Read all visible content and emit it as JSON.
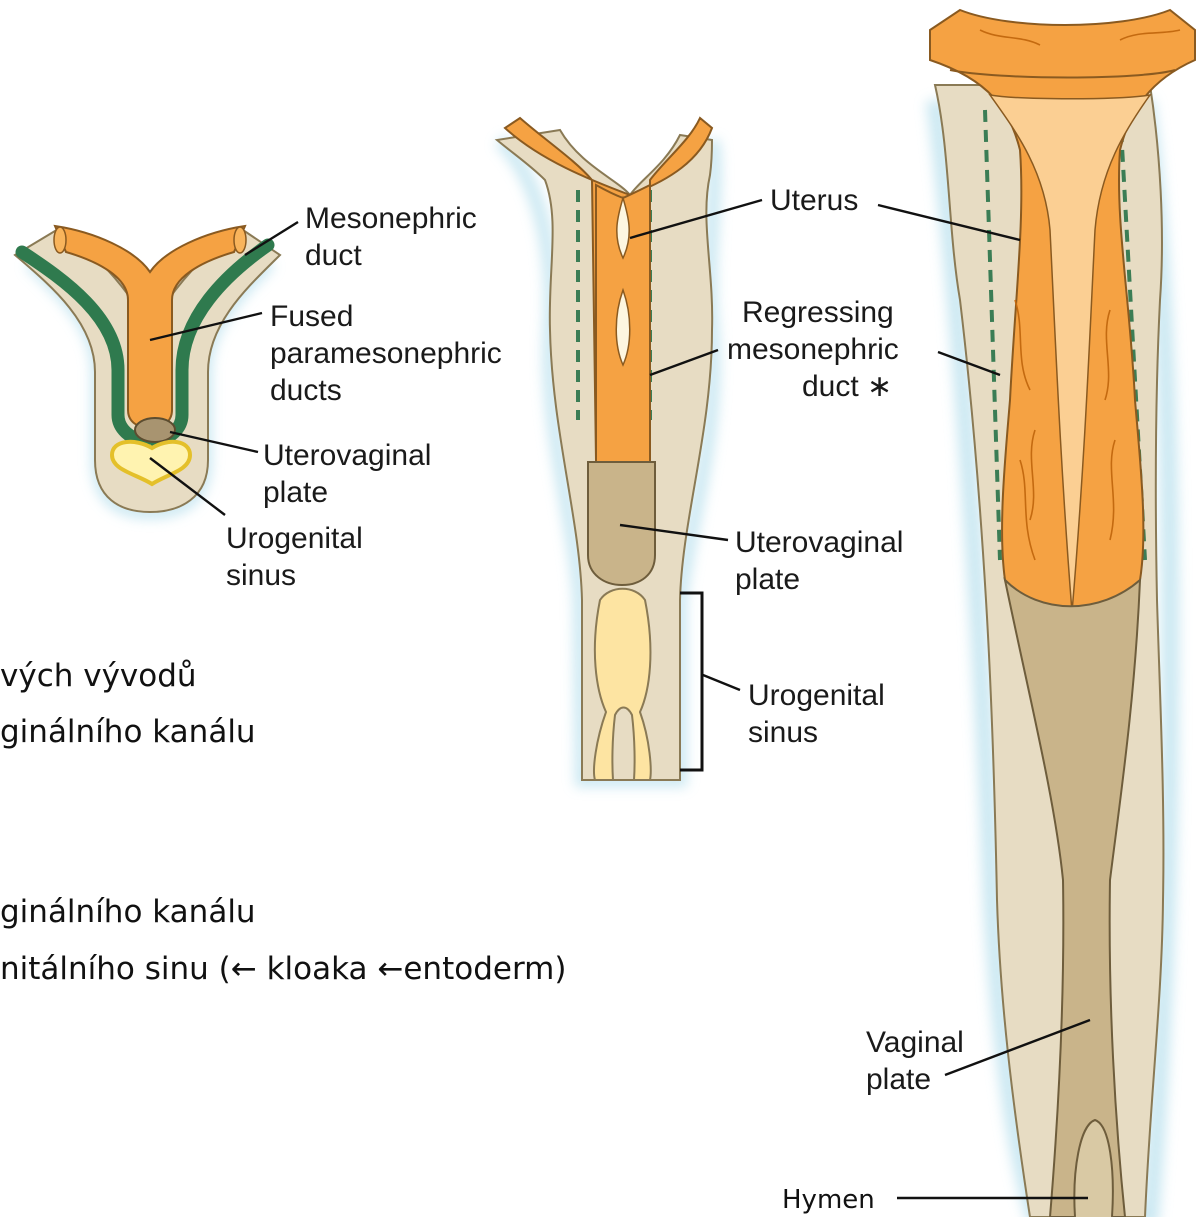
{
  "colors": {
    "mesoderm": "#e7dcc3",
    "duct": "#f5a243",
    "duct_light": "#fbcf93",
    "mesonephric": "#2f7a4e",
    "plate": "#c9b48a",
    "sinus": "#fde4a2",
    "glow": "#bfe3ef"
  },
  "panel1": {
    "mesonephric_duct": [
      "Mesonephric",
      "duct"
    ],
    "fused_ducts": [
      "Fused",
      "paramesonephric",
      "ducts"
    ],
    "uterovaginal_plate": [
      "Uterovaginal",
      "plate"
    ],
    "urogenital_sinus": [
      "Urogenital",
      "sinus"
    ]
  },
  "panel2": {
    "uterus": "Uterus",
    "regressing_duct": [
      "Regressing",
      "mesonephric",
      "duct ∗"
    ],
    "uterovaginal_plate": [
      "Uterovaginal",
      "plate"
    ],
    "urogenital_sinus": [
      "Urogenital",
      "sinus"
    ]
  },
  "panel3": {
    "vaginal_plate": [
      "Vaginal",
      "plate"
    ],
    "hymen": "Hymen"
  },
  "slide_text": {
    "line1": "vých vývodů",
    "line2": "ginálního  kanálu",
    "line3": "ginálního kanálu",
    "line4": "nitálního sinu (← kloaka ←entoderm)"
  }
}
